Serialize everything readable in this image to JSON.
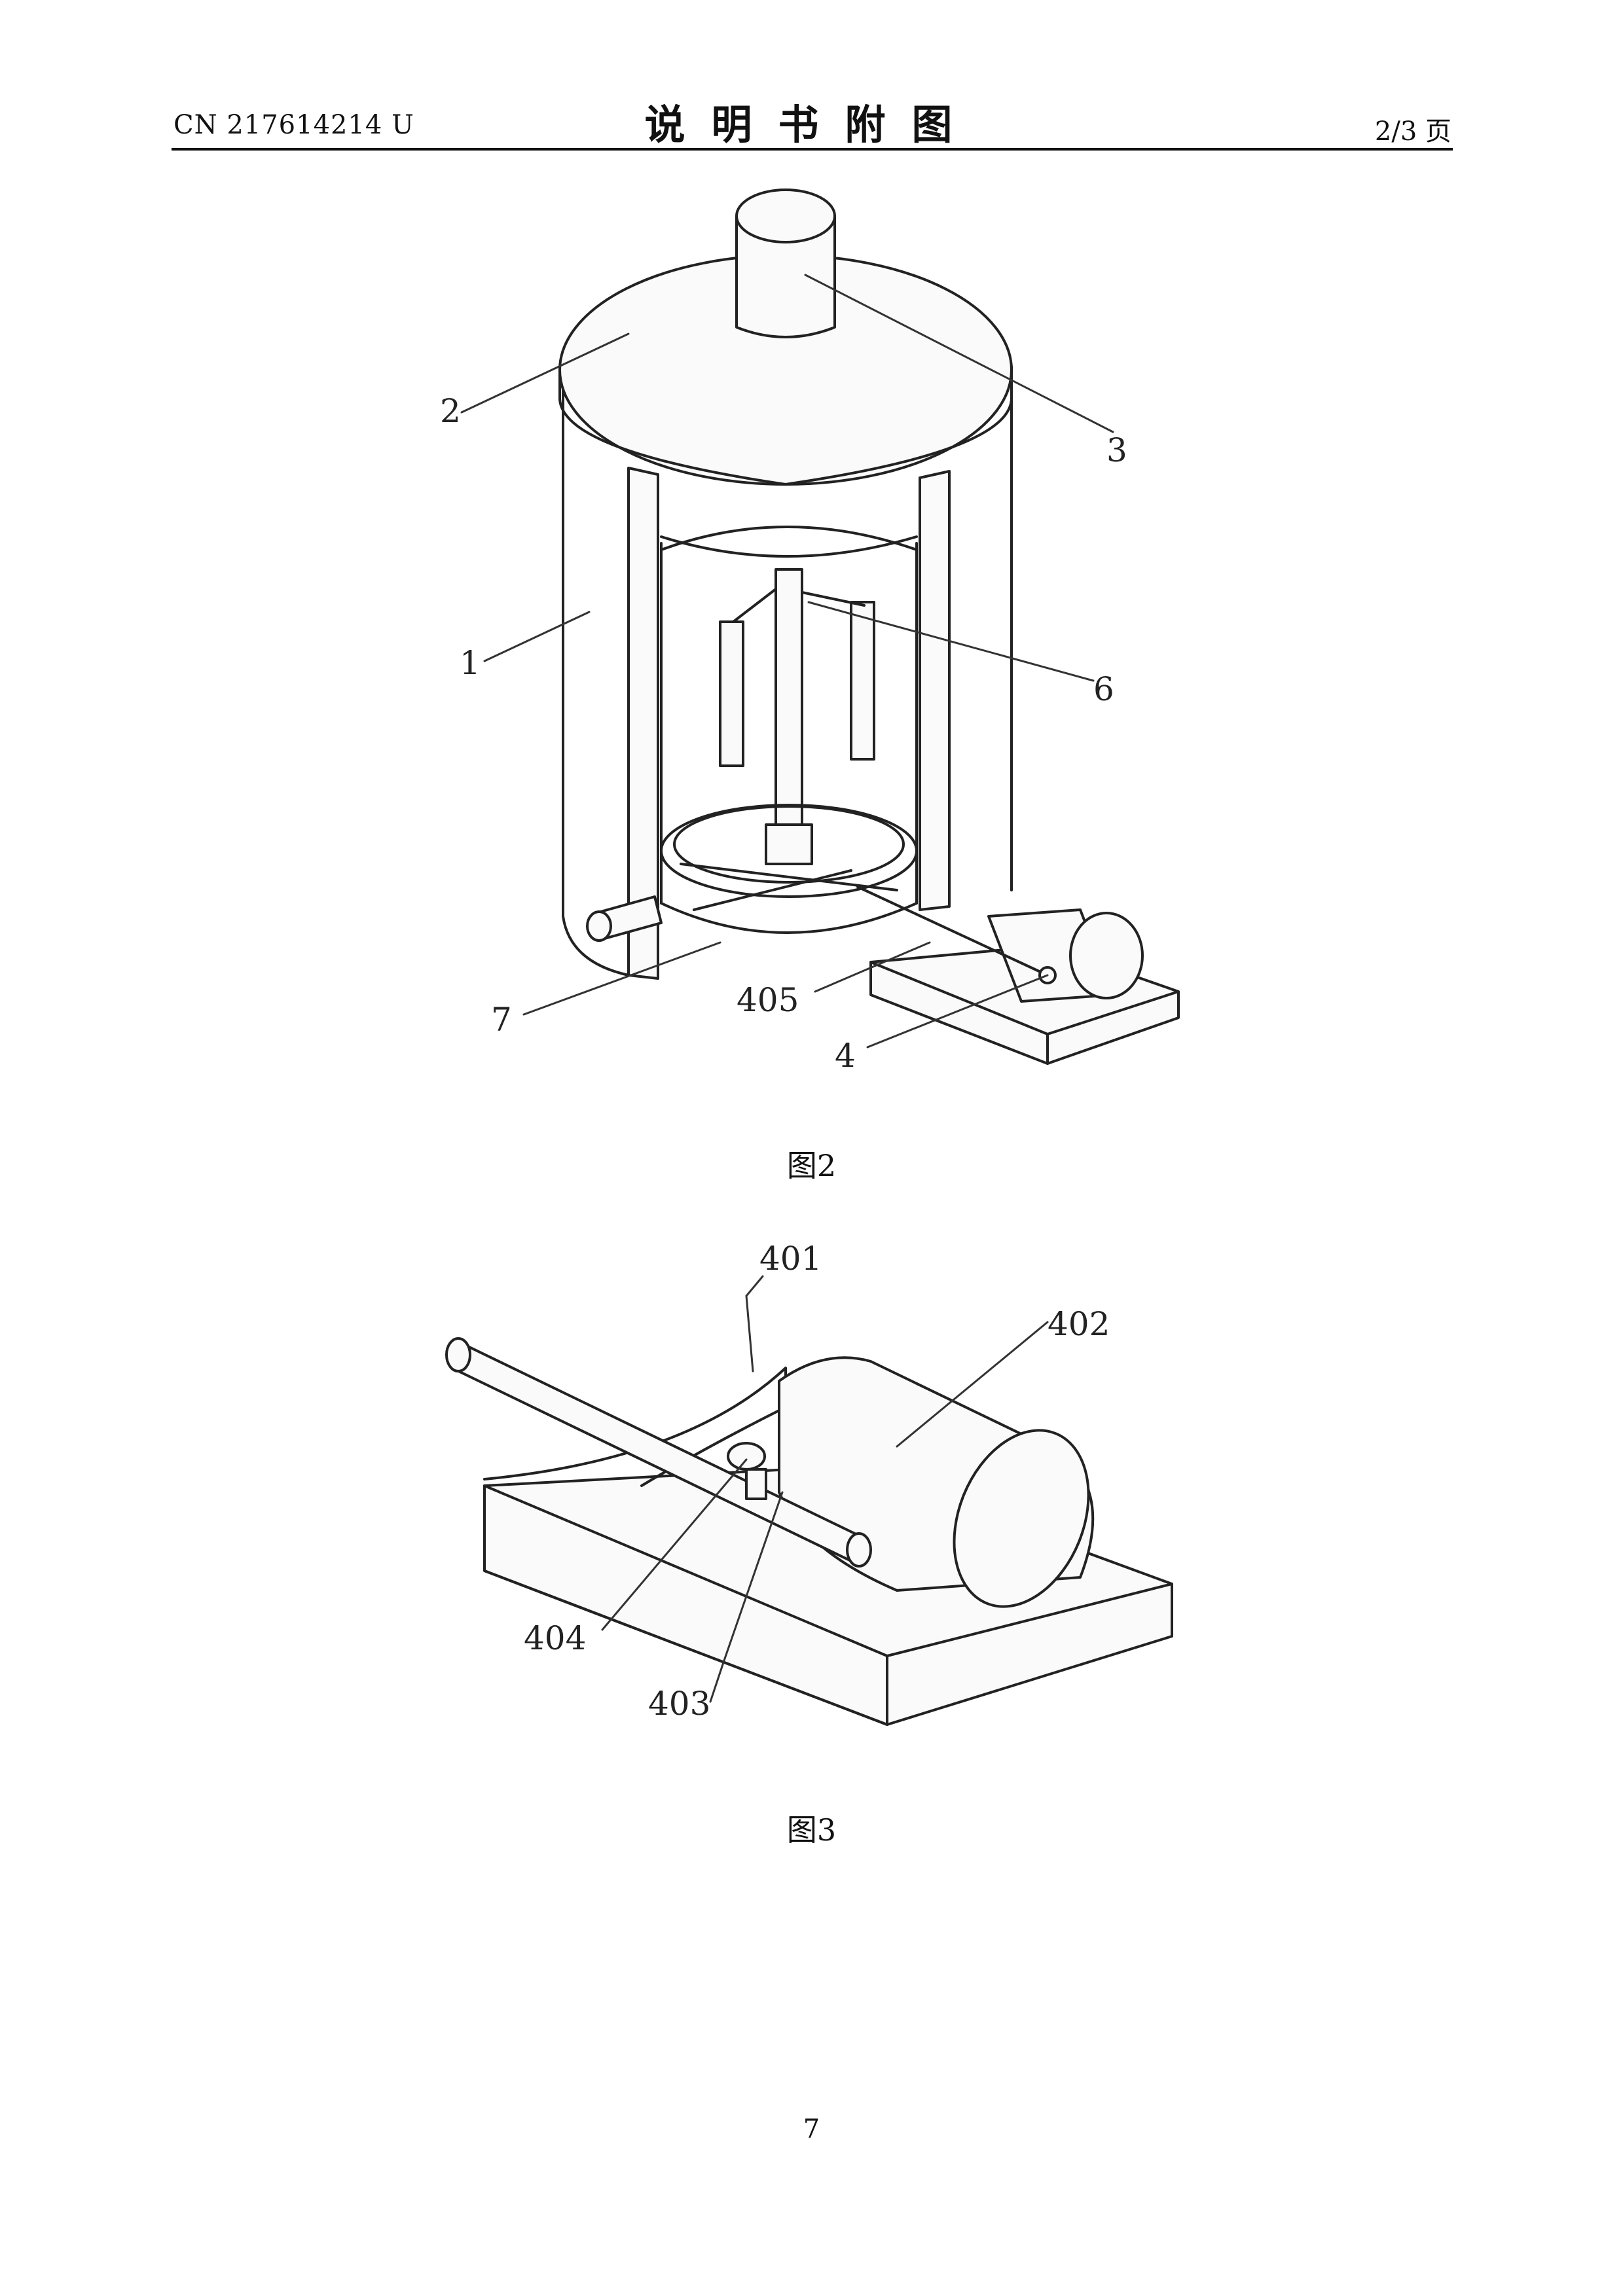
{
  "header": {
    "patent_number": "CN 217614214 U",
    "title": "说明书附图",
    "page_of": "2/3 页"
  },
  "figure2": {
    "caption": "图2",
    "labels": [
      "1",
      "2",
      "3",
      "4",
      "405",
      "6",
      "7"
    ]
  },
  "figure3": {
    "caption": "图3",
    "labels": [
      "401",
      "402",
      "403",
      "404"
    ]
  },
  "footer": {
    "page_number": "7"
  }
}
